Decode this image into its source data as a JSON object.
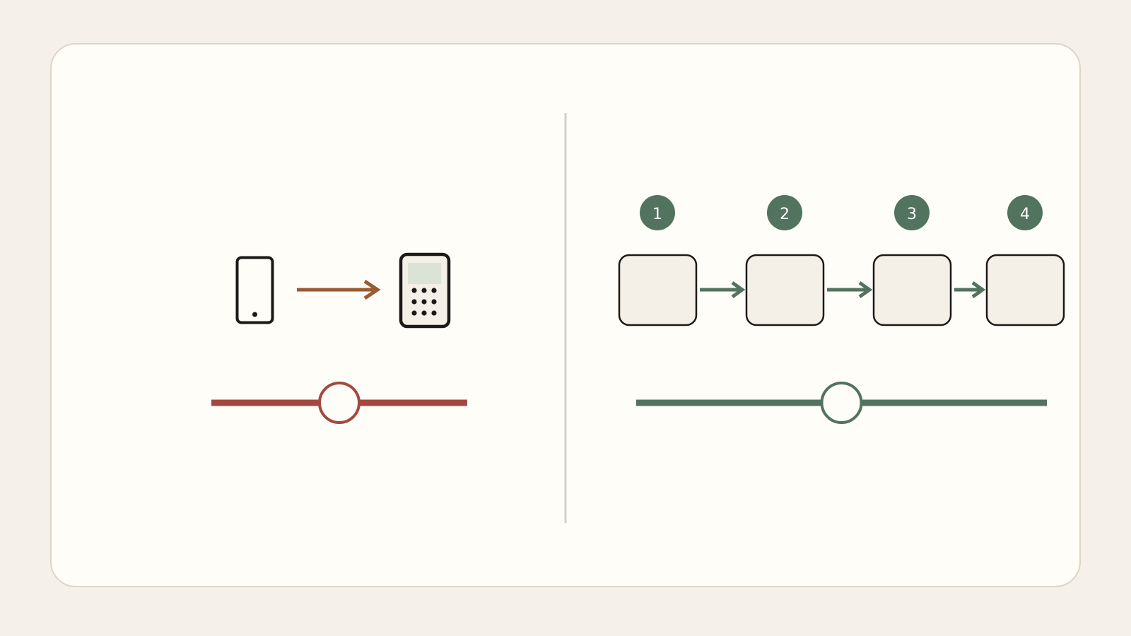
{
  "colors": {
    "page_background": "#f5f1ea",
    "card_background": "#fefdf8",
    "card_border": "#ddd5c6",
    "divider": "#d6cfc2",
    "ink": "#1c1a18",
    "brown_arrow": "#9a5a32",
    "red_slider": "#a4483f",
    "green": "#52735d",
    "step_box_fill": "#f4efe7",
    "device_screen": "#dbe3d6"
  },
  "left_panel": {
    "source_icon": "smartphone-icon",
    "target_icon": "keypad-device-icon",
    "slider": {
      "value_fraction": 0.5
    }
  },
  "right_panel": {
    "steps": [
      {
        "number": "1"
      },
      {
        "number": "2"
      },
      {
        "number": "3"
      },
      {
        "number": "4"
      }
    ],
    "slider": {
      "value_fraction": 0.5
    }
  }
}
